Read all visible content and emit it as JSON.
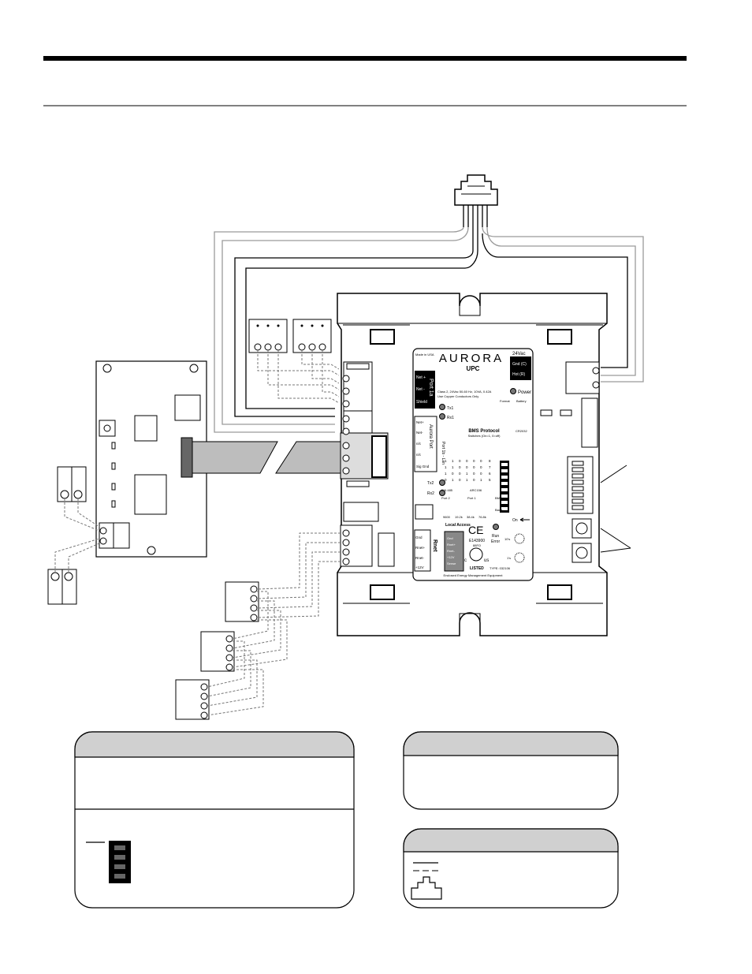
{
  "board": {
    "brand": "AURORA",
    "model": "UPC",
    "made_in": "Made in USA",
    "power_header": "24Vac",
    "power_gnd": "Gnd (C)",
    "power_hot": "Hot (R)",
    "power_led": "Power",
    "class_text": "Class 2, 24Vac 50-60 Hz, 10VA, 0.42A",
    "copper_text": "Use Copper Conductors Only",
    "format_label": "Format",
    "battery_label": "Battery",
    "battery_type": "CR2032",
    "port1a_label": "Port 1a",
    "port1a_terms": [
      "Net +",
      "Net -",
      "Shield"
    ],
    "tx1": "Tx1",
    "rx1": "Rx1",
    "aurora_port_label": "Aurora Port",
    "aurora_port_terms": [
      "Net+",
      "Net-",
      "n/c",
      "n/c",
      "Sig Gnd"
    ],
    "port1b_label": "Port 1b - Lan",
    "tx2": "Tx2",
    "rx2": "Rx2",
    "bms_title": "BMS Protocol",
    "bms_sub": "Switches (On=1, 0=off)",
    "eia_label": "EIA 485",
    "arc_label": "ARC156",
    "port2_label": "Port 2",
    "port1_label": "Port 1",
    "bms_sw_label": "BMS",
    "baud_label": "Baud",
    "baud_rates": [
      "9600",
      "19.2k",
      "38.4k",
      "76.8k"
    ],
    "on_label": "On",
    "local_access": "Local Access",
    "rnet_label": "Rnet",
    "rnet_terms": [
      "Gnd",
      "Rnet+",
      "Rnet-",
      "+12V"
    ],
    "rnet_inner": [
      "Gnd",
      "Rnet+",
      "Rnet-",
      "+12V",
      "Sense"
    ],
    "ce_mark": "CE",
    "e_number": "E143900",
    "temp": "88FO",
    "listed": "LISTED",
    "type_no": "TYPE: 032106",
    "enclosed": "Enclosed Energy Management Equipment",
    "run_label": "Run",
    "error_label": "Error",
    "tens_label": "10's",
    "ones_label": "1's",
    "ul_c": "c",
    "ul_us": "us"
  },
  "dip_rows": [
    {
      "num": "8",
      "bits": [
        "1",
        "1",
        "0",
        "0",
        "0",
        "0"
      ]
    },
    {
      "num": "7",
      "bits": [
        "1",
        "1",
        "0",
        "0",
        "0",
        "0"
      ]
    },
    {
      "num": "6",
      "bits": [
        "1",
        "0",
        "0",
        "1",
        "0",
        "0"
      ]
    },
    {
      "num": "5",
      "bits": [
        "0",
        "1",
        "0",
        "1",
        "0",
        "1"
      ]
    }
  ]
}
